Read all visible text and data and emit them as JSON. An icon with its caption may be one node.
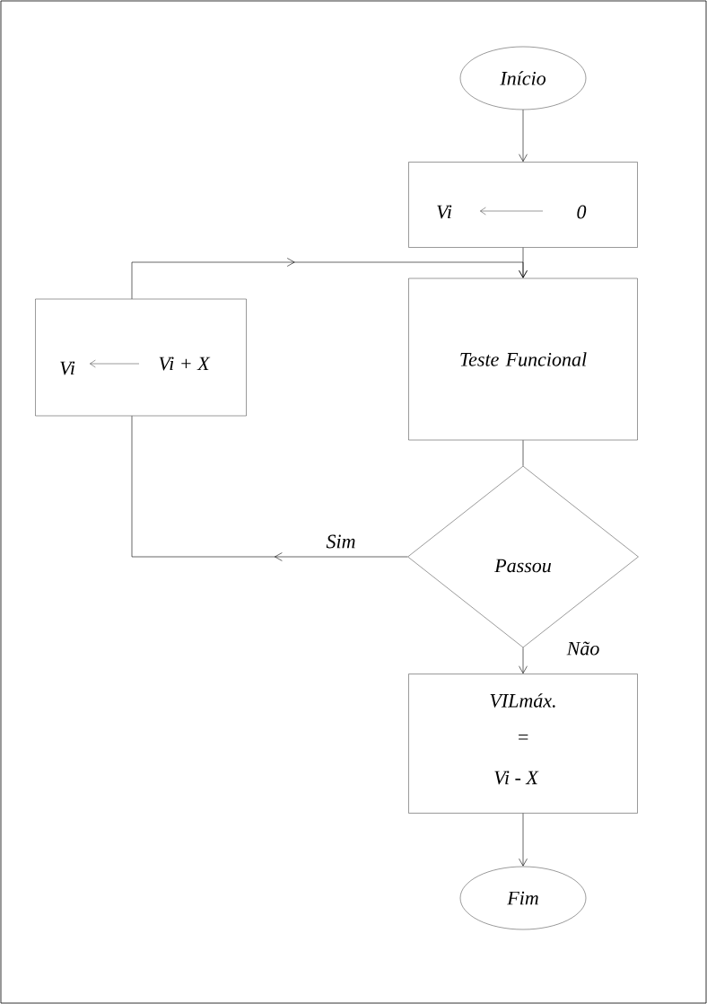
{
  "diagram": {
    "nodes": [
      {
        "text": [
          "Início"
        ]
      },
      {
        "text": [
          "Vi",
          "0"
        ]
      },
      {
        "text": [
          "Teste Funcional"
        ]
      },
      {
        "text": [
          "Passou"
        ]
      },
      {
        "text": [
          "VILmáx.",
          "=",
          "Vi - X"
        ]
      },
      {
        "text": [
          "Fim"
        ]
      },
      {
        "text": [
          "Vi",
          "Vi + X"
        ]
      }
    ],
    "edges": [
      {
        "from": 0,
        "to": 1,
        "arrow": "to"
      },
      {
        "from": 1,
        "to": 2,
        "arrow": "to"
      },
      {
        "from": 2,
        "to": 3,
        "arrow": "none"
      },
      {
        "from": 3,
        "to": 6,
        "arrow": "to",
        "label": "Sim"
      },
      {
        "from": 6,
        "to": 2,
        "arrow": "to"
      },
      {
        "from": 3,
        "to": 4,
        "arrow": "to",
        "label": "Não"
      },
      {
        "from": 4,
        "to": 5,
        "arrow": "to"
      }
    ]
  }
}
